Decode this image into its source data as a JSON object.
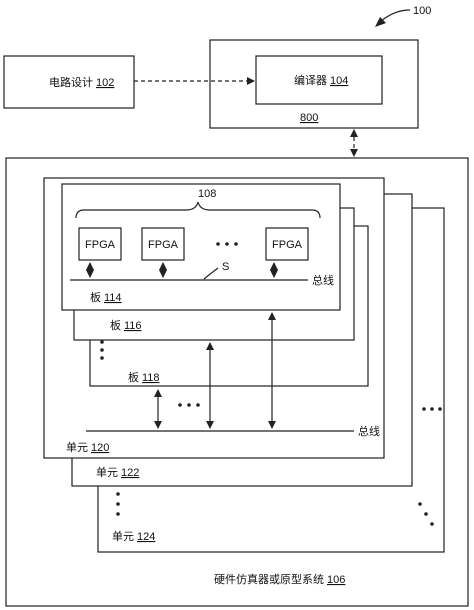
{
  "figure": {
    "ref": "100",
    "circuit_design": {
      "text": "电路设计",
      "num": "102"
    },
    "compiler": {
      "text": "编译器",
      "num": "104"
    },
    "computer_num": "800",
    "system": {
      "text": "硬件仿真器或原型系统",
      "num": "106"
    },
    "fpga_group_num": "108",
    "fpga_label": "FPGA",
    "s_label": "S",
    "bus_label": "总线",
    "board_114": {
      "text": "板",
      "num": "114"
    },
    "board_116": {
      "text": "板",
      "num": "116"
    },
    "board_118": {
      "text": "板",
      "num": "118"
    },
    "unit_120": {
      "text": "单元",
      "num": "120"
    },
    "unit_122": {
      "text": "单元",
      "num": "122"
    },
    "unit_124": {
      "text": "单元",
      "num": "124"
    }
  }
}
